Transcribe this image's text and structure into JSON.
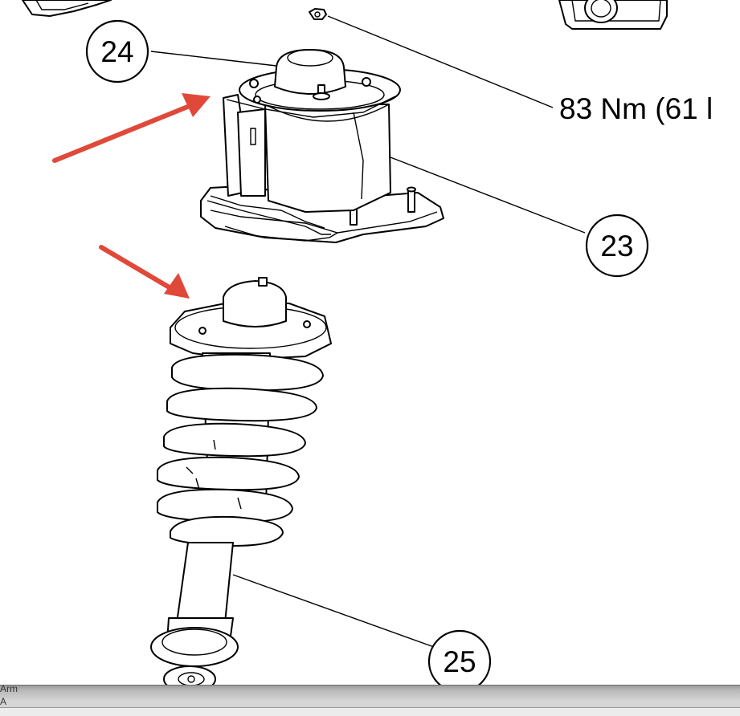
{
  "callouts": [
    {
      "id": "callout-24",
      "label": "24"
    },
    {
      "id": "callout-23",
      "label": "23"
    },
    {
      "id": "callout-25",
      "label": "25"
    }
  ],
  "torque_spec": "83 Nm (61 l",
  "colors": {
    "arrow": "#e0493a",
    "line": "#000000",
    "background": "#ffffff"
  },
  "bottom_bar": {
    "text_line1": "Arm",
    "text_line2": "A"
  }
}
